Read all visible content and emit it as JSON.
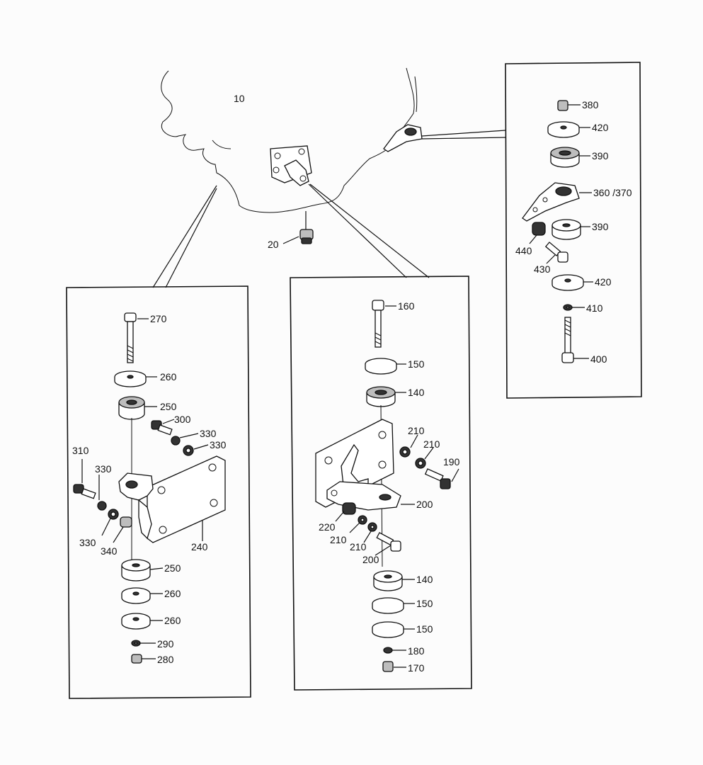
{
  "labels": {
    "engine": "10",
    "plug": "20",
    "l270": "270",
    "l260a": "260",
    "l250a": "250",
    "l300": "300",
    "l330a": "330",
    "l330b": "330",
    "l310": "310",
    "l330c": "330",
    "l330d": "330",
    "l340": "340",
    "l240": "240",
    "l250b": "250",
    "l260b": "260",
    "l260c": "260",
    "l290": "290",
    "l280": "280",
    "l160": "160",
    "l150a": "150",
    "l140a": "140",
    "l210a": "210",
    "l210b": "210",
    "l190": "190",
    "l200a": "200",
    "l220": "220",
    "l210c": "210",
    "l210d": "210",
    "l200b": "200",
    "l140b": "140",
    "l150b": "150",
    "l150c": "150",
    "l180": "180",
    "l170": "170",
    "l380": "380",
    "l420a": "420",
    "l390a": "390",
    "l360": "360 /370",
    "l390b": "390",
    "l440": "440",
    "l430": "430",
    "l420b": "420",
    "l410": "410",
    "l400": "400"
  }
}
